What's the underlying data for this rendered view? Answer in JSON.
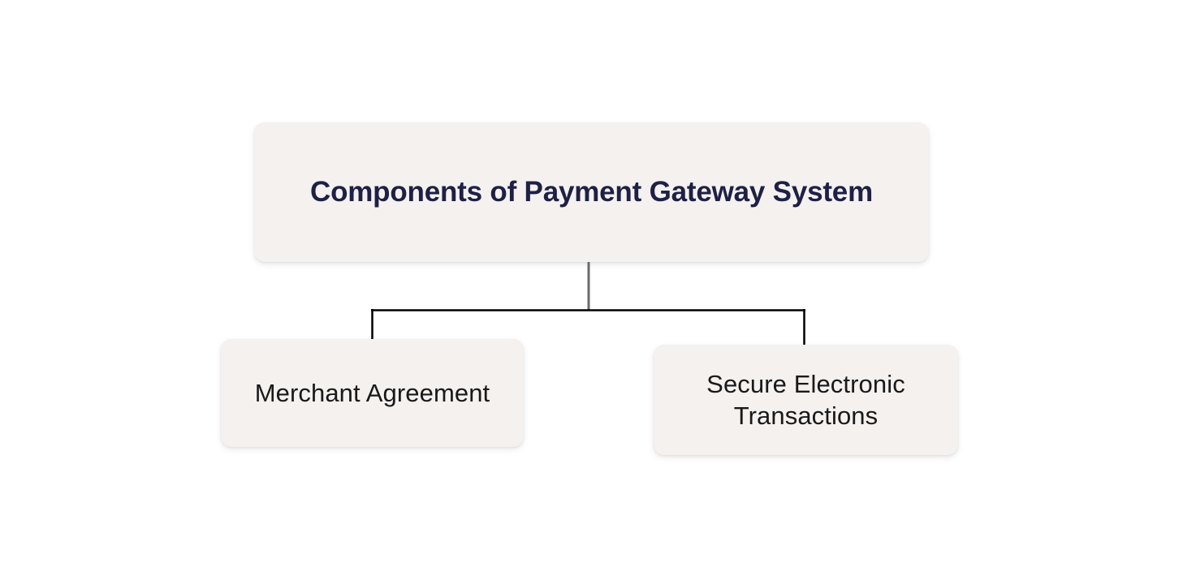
{
  "diagram": {
    "type": "tree",
    "orientation": "top-down",
    "title": "Components of Payment Gateway System",
    "background_color": "#ffffff",
    "node_fill_color": "#f4f1ef",
    "root_text_color": "#1e2045",
    "child_text_color": "#191919",
    "connector_color": "#000000",
    "stem_color": "#6b6b6b",
    "root": {
      "id": "root",
      "label": "Components of Payment Gateway System",
      "level": 0
    },
    "children": [
      {
        "id": "merchant-agreement",
        "label": "Merchant Agreement",
        "level": 1,
        "parent": "root"
      },
      {
        "id": "secure-electronic-transactions",
        "label": "Secure Electronic Transactions",
        "level": 1,
        "parent": "root"
      }
    ],
    "edges": [
      {
        "from": "root",
        "to": "merchant-agreement"
      },
      {
        "from": "root",
        "to": "secure-electronic-transactions"
      }
    ]
  }
}
